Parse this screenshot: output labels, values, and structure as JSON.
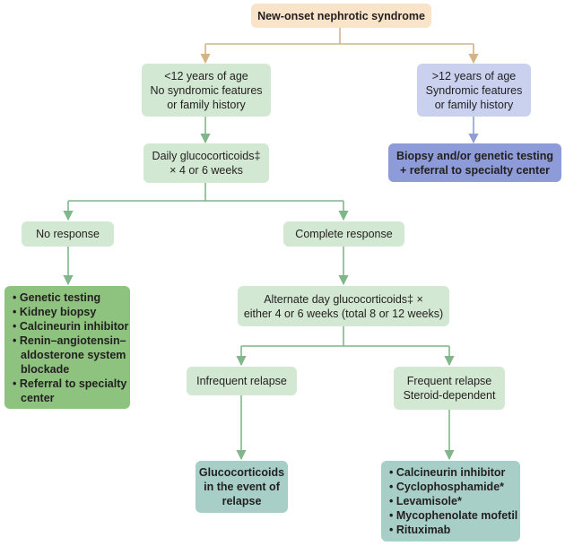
{
  "colors": {
    "connector_top": "#d4b384",
    "connector_green": "#7fb788",
    "connector_blue": "#8f9fd6",
    "box_beige": "#f9e4c9",
    "box_light_green": "#d2e8d2",
    "box_green": "#8dc37f",
    "box_light_blue": "#c9d1ef",
    "box_blue": "#8d9cd9",
    "box_teal": "#a7cfc7"
  },
  "nodes": {
    "root": "New-onset nephrotic syndrome",
    "under12": [
      "<12 years of age",
      "No syndromic features",
      "or family history"
    ],
    "over12": [
      ">12 years of age",
      "Syndromic features",
      "or family history"
    ],
    "daily": [
      "Daily glucocorticoids‡",
      "× 4 or 6 weeks"
    ],
    "biopsy": [
      "Biopsy and/or genetic testing",
      "+ referral to specialty center"
    ],
    "no_response": "No response",
    "complete_response": "Complete response",
    "no_response_list": [
      "• Genetic testing",
      "• Kidney biopsy",
      "• Calcineurin inhibitor",
      "• Renin–angiotensin– aldosterone system blockade",
      "• Referral to specialty center"
    ],
    "alternate": [
      "Alternate day glucocorticoids‡ ×",
      "either 4 or 6 weeks (total 8 or 12 weeks)"
    ],
    "infrequent": "Infrequent relapse",
    "frequent": [
      "Frequent relapse",
      "Steroid-dependent"
    ],
    "glucocorticoids_relapse": [
      "Glucocorticoids",
      "in the event of",
      "relapse"
    ],
    "frequent_list": [
      "• Calcineurin inhibitor",
      "• Cyclophosphamide*",
      "• Levamisole*",
      "• Mycophenolate mofetil",
      "• Rituximab"
    ]
  }
}
